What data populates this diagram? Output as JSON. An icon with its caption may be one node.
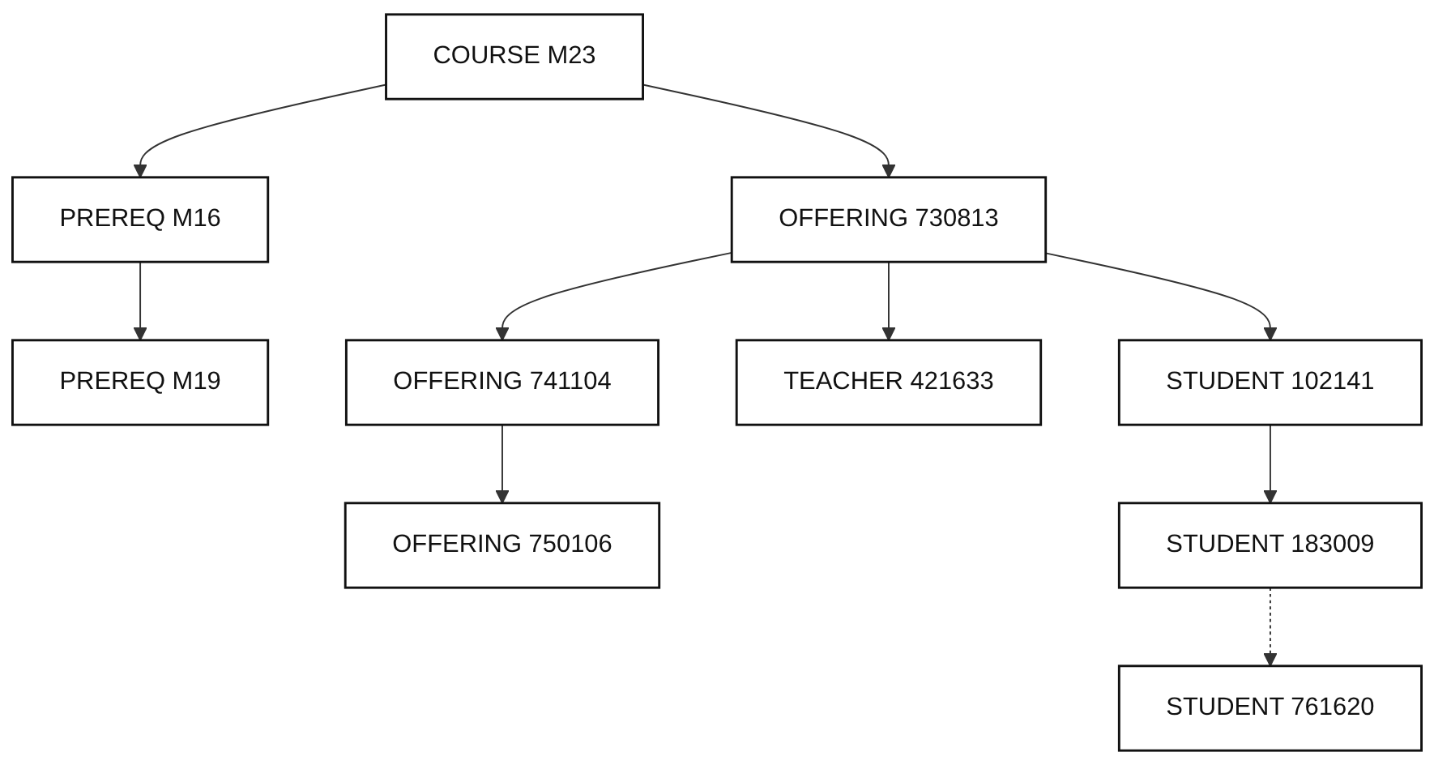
{
  "diagram": {
    "nodes": [
      {
        "text": [
          "COURSE M23"
        ]
      },
      {
        "text": [
          "PREREQ M19"
        ]
      },
      {
        "text": [
          "PREREQ M16"
        ]
      },
      {
        "text": [
          "OFFERING 750106"
        ]
      },
      {
        "text": [
          "OFFERING 741104"
        ]
      },
      {
        "text": [
          "OFFERING 730813"
        ]
      },
      {
        "text": [
          "TEACHER 421633"
        ]
      },
      {
        "text": [
          "STUDENT 761620"
        ]
      },
      {
        "text": [
          "STUDENT 183009"
        ]
      },
      {
        "text": [
          "STUDENT 102141"
        ]
      }
    ],
    "edges": [
      {
        "from": 0,
        "to": 2,
        "arrow": "to"
      },
      {
        "from": 0,
        "to": 5,
        "arrow": "to"
      },
      {
        "from": 2,
        "to": 1,
        "arrow": "to"
      },
      {
        "from": 5,
        "to": 4,
        "arrow": "to"
      },
      {
        "from": 4,
        "to": 3,
        "arrow": "to"
      },
      {
        "from": 5,
        "to": 6,
        "arrow": "to"
      },
      {
        "from": 5,
        "to": 9,
        "arrow": "to"
      },
      {
        "from": 9,
        "to": 8,
        "arrow": "to"
      },
      {
        "from": 8,
        "to": 7,
        "arrow": "to",
        "style": "dashed"
      }
    ]
  }
}
